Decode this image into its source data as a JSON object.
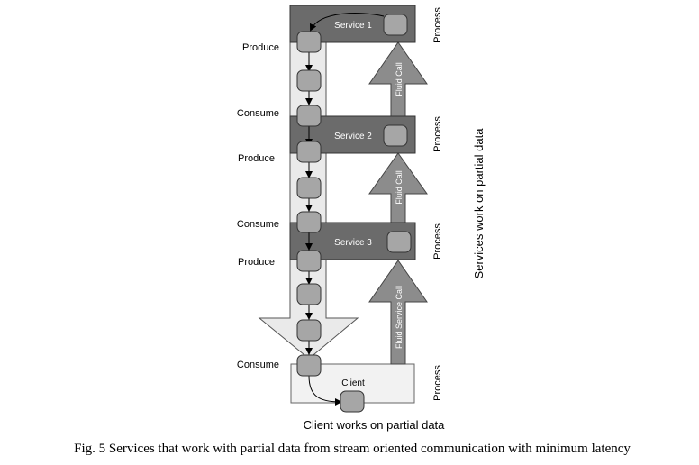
{
  "services": [
    {
      "label": "Service 1",
      "process": "Process"
    },
    {
      "label": "Service 2",
      "process": "Process"
    },
    {
      "label": "Service 3",
      "process": "Process"
    }
  ],
  "client": {
    "label": "Client",
    "process": "Process"
  },
  "stream_labels": {
    "produce_1": "Produce",
    "consume_2": "Consume",
    "produce_2": "Produce",
    "consume_3": "Consume",
    "produce_3": "Produce",
    "consume_client": "Consume"
  },
  "calls": {
    "call_1": "Fluid Call",
    "call_2": "Fluid Call",
    "call_client": "Fluid Service Call"
  },
  "side_label": "Services work on partial data",
  "bottom_label": "Client works on partial data",
  "caption": "Fig. 5 Services that work with partial data from stream oriented communication with minimum latency"
}
